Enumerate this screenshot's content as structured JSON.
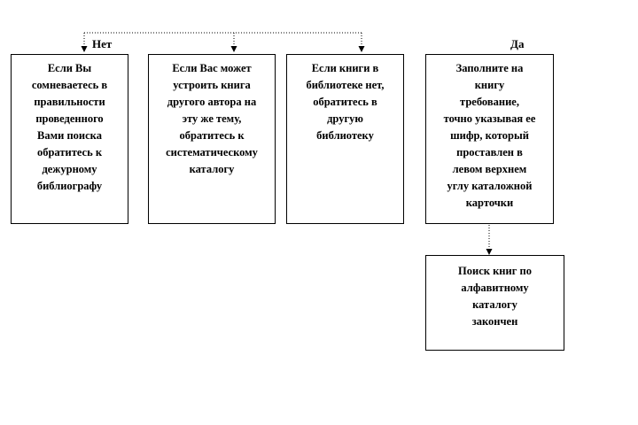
{
  "branches": {
    "no_label": "Нет",
    "yes_label": "Да"
  },
  "boxes": {
    "doubt": "Если Вы\nсомневаетесь в\nправильности\nпроведенного\nВами поиска\nобратитесь к\nдежурному\nбиблиографу",
    "other_author": "Если Вас может\nустроить книга\nдругого автора на\nэту же тему,\nобратитесь к\nсистематическому\nкаталогу",
    "not_in_library": "Если книги в\nбиблиотеке нет,\nобратитесь в\nдругую\nбиблиотеку",
    "fill_request": "Заполните на\nкнигу\nтребование,\nточно указывая ее\nшифр, который\nпроставлен в\nлевом верхнем\nуглу каталожной\nкарточки",
    "search_finished": "Поиск книг по\nалфавитному\nкаталогу\nзакончен"
  },
  "colors": {
    "line": "#000000",
    "background": "#ffffff"
  }
}
